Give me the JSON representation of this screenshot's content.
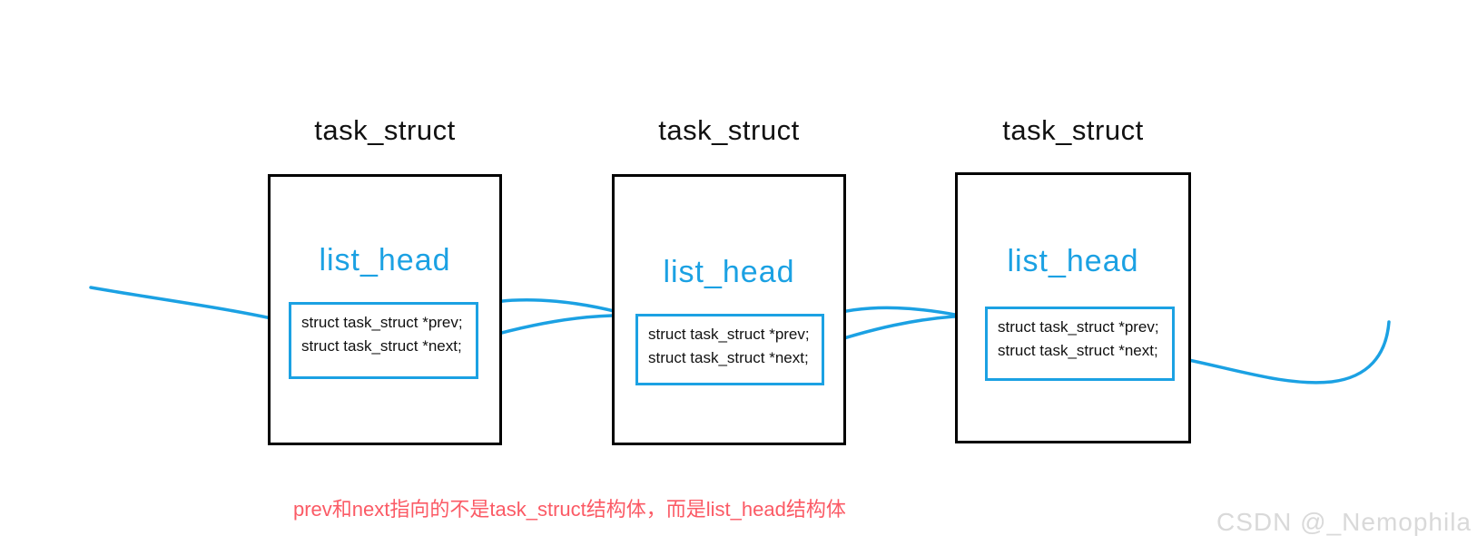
{
  "diagram": {
    "nodes": [
      {
        "title": "task_struct",
        "member_label": "list_head",
        "fields": [
          "struct task_struct *prev;",
          "struct task_struct *next;"
        ]
      },
      {
        "title": "task_struct",
        "member_label": "list_head",
        "fields": [
          "struct task_struct *prev;",
          "struct task_struct *next;"
        ]
      },
      {
        "title": "task_struct",
        "member_label": "list_head",
        "fields": [
          "struct task_struct *prev;",
          "struct task_struct *next;"
        ]
      }
    ],
    "annotation": "prev和next指向的不是task_struct结构体，而是list_head结构体",
    "watermark": "CSDN @_Nemophila"
  },
  "colors": {
    "accent_blue": "#1BA1E3",
    "annotation_red": "#FB5A65",
    "watermark_gray": "#D9D9D9",
    "box_border": "#000000"
  }
}
